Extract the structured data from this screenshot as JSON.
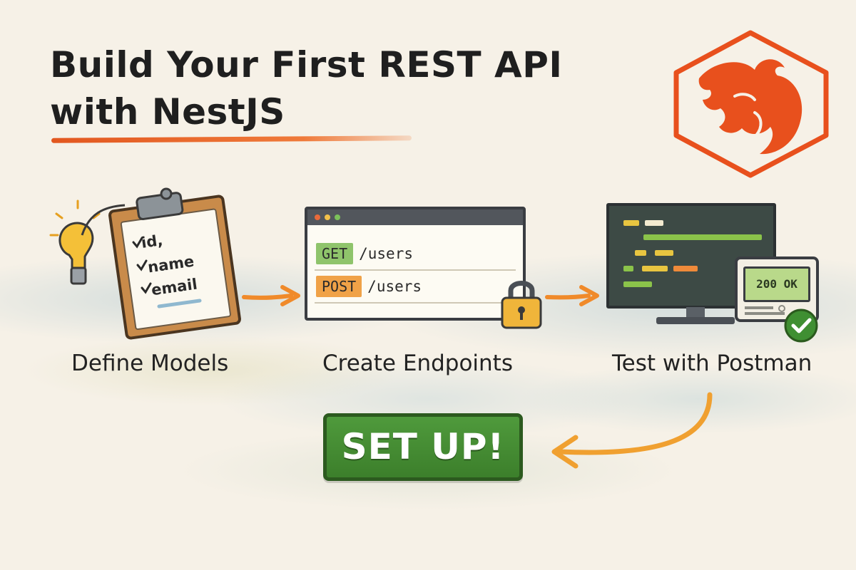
{
  "title": "Build Your First REST API with NestJS",
  "logo": {
    "icon": "nestjs-logo-icon",
    "color": "#e8501d"
  },
  "steps": [
    {
      "label": "Define Models",
      "fields": [
        "id,",
        "name",
        "email"
      ],
      "icons": [
        "lightbulb-icon",
        "clipboard-icon"
      ]
    },
    {
      "label": "Create Endpoints",
      "endpoints": [
        {
          "method": "GET",
          "path": "/users",
          "color": "#8fc46b"
        },
        {
          "method": "POST",
          "path": "/users",
          "color": "#f0a247"
        }
      ],
      "icons": [
        "browser-window-icon",
        "padlock-icon"
      ]
    },
    {
      "label": "Test with Postman",
      "status": "200 OK",
      "icons": [
        "monitor-icon",
        "checkmark-icon"
      ]
    }
  ],
  "action": {
    "label": "SET UP!"
  },
  "colors": {
    "accent": "#e2571f",
    "arrow": "#f0a030",
    "success": "#3c7f2b"
  }
}
